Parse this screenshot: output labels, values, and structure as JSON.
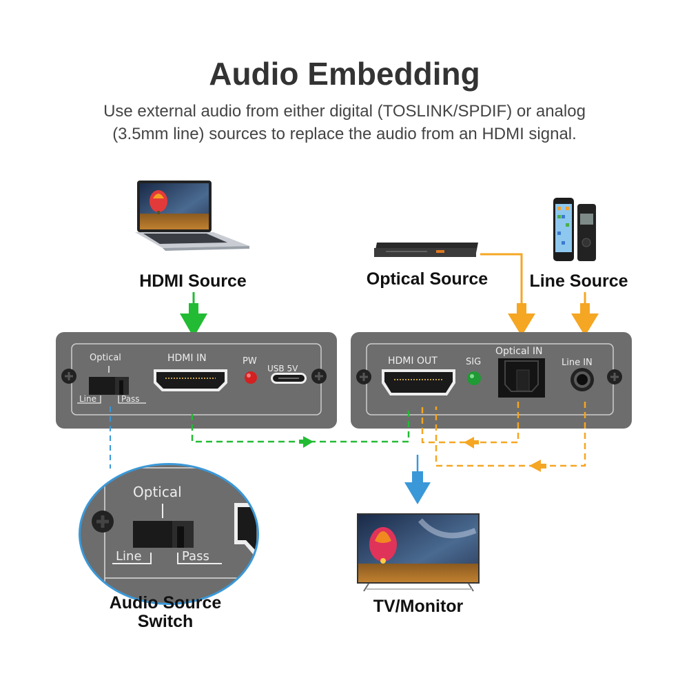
{
  "header": {
    "title": "Audio Embedding",
    "subtitle_line1": "Use external audio from either digital (TOSLINK/SPDIF) or analog",
    "subtitle_line2": "(3.5mm line) sources to replace the audio from an HDMI signal."
  },
  "sources": {
    "hdmi": {
      "label": "HDMI Source",
      "icon": "laptop-icon"
    },
    "optical": {
      "label": "Optical Source",
      "icon": "dvd-player-icon"
    },
    "line": {
      "label": "Line Source",
      "icon": "phone-and-recorder-icon"
    }
  },
  "input_panel": {
    "switch_top": "Optical",
    "switch_left": "Line",
    "switch_right": "Pass",
    "hdmi_in": "HDMI IN",
    "led": "PW",
    "usb": "USB 5V"
  },
  "output_panel": {
    "hdmi_out": "HDMI OUT",
    "led": "SIG",
    "optical_in": "Optical IN",
    "line_in": "Line IN"
  },
  "zoom_callout": {
    "switch_top": "Optical",
    "switch_left": "Line",
    "switch_right": "Pass",
    "caption_line1": "Audio Source",
    "caption_line2": "Switch"
  },
  "output": {
    "label": "TV/Monitor",
    "icon": "tv-icon"
  },
  "colors": {
    "hdmi_path": "#22bb33",
    "audio_path": "#f5a623",
    "output_path": "#3a98d8",
    "panel": "#6d6d6d",
    "led_power": "#d42020",
    "led_signal": "#1f9a35"
  }
}
